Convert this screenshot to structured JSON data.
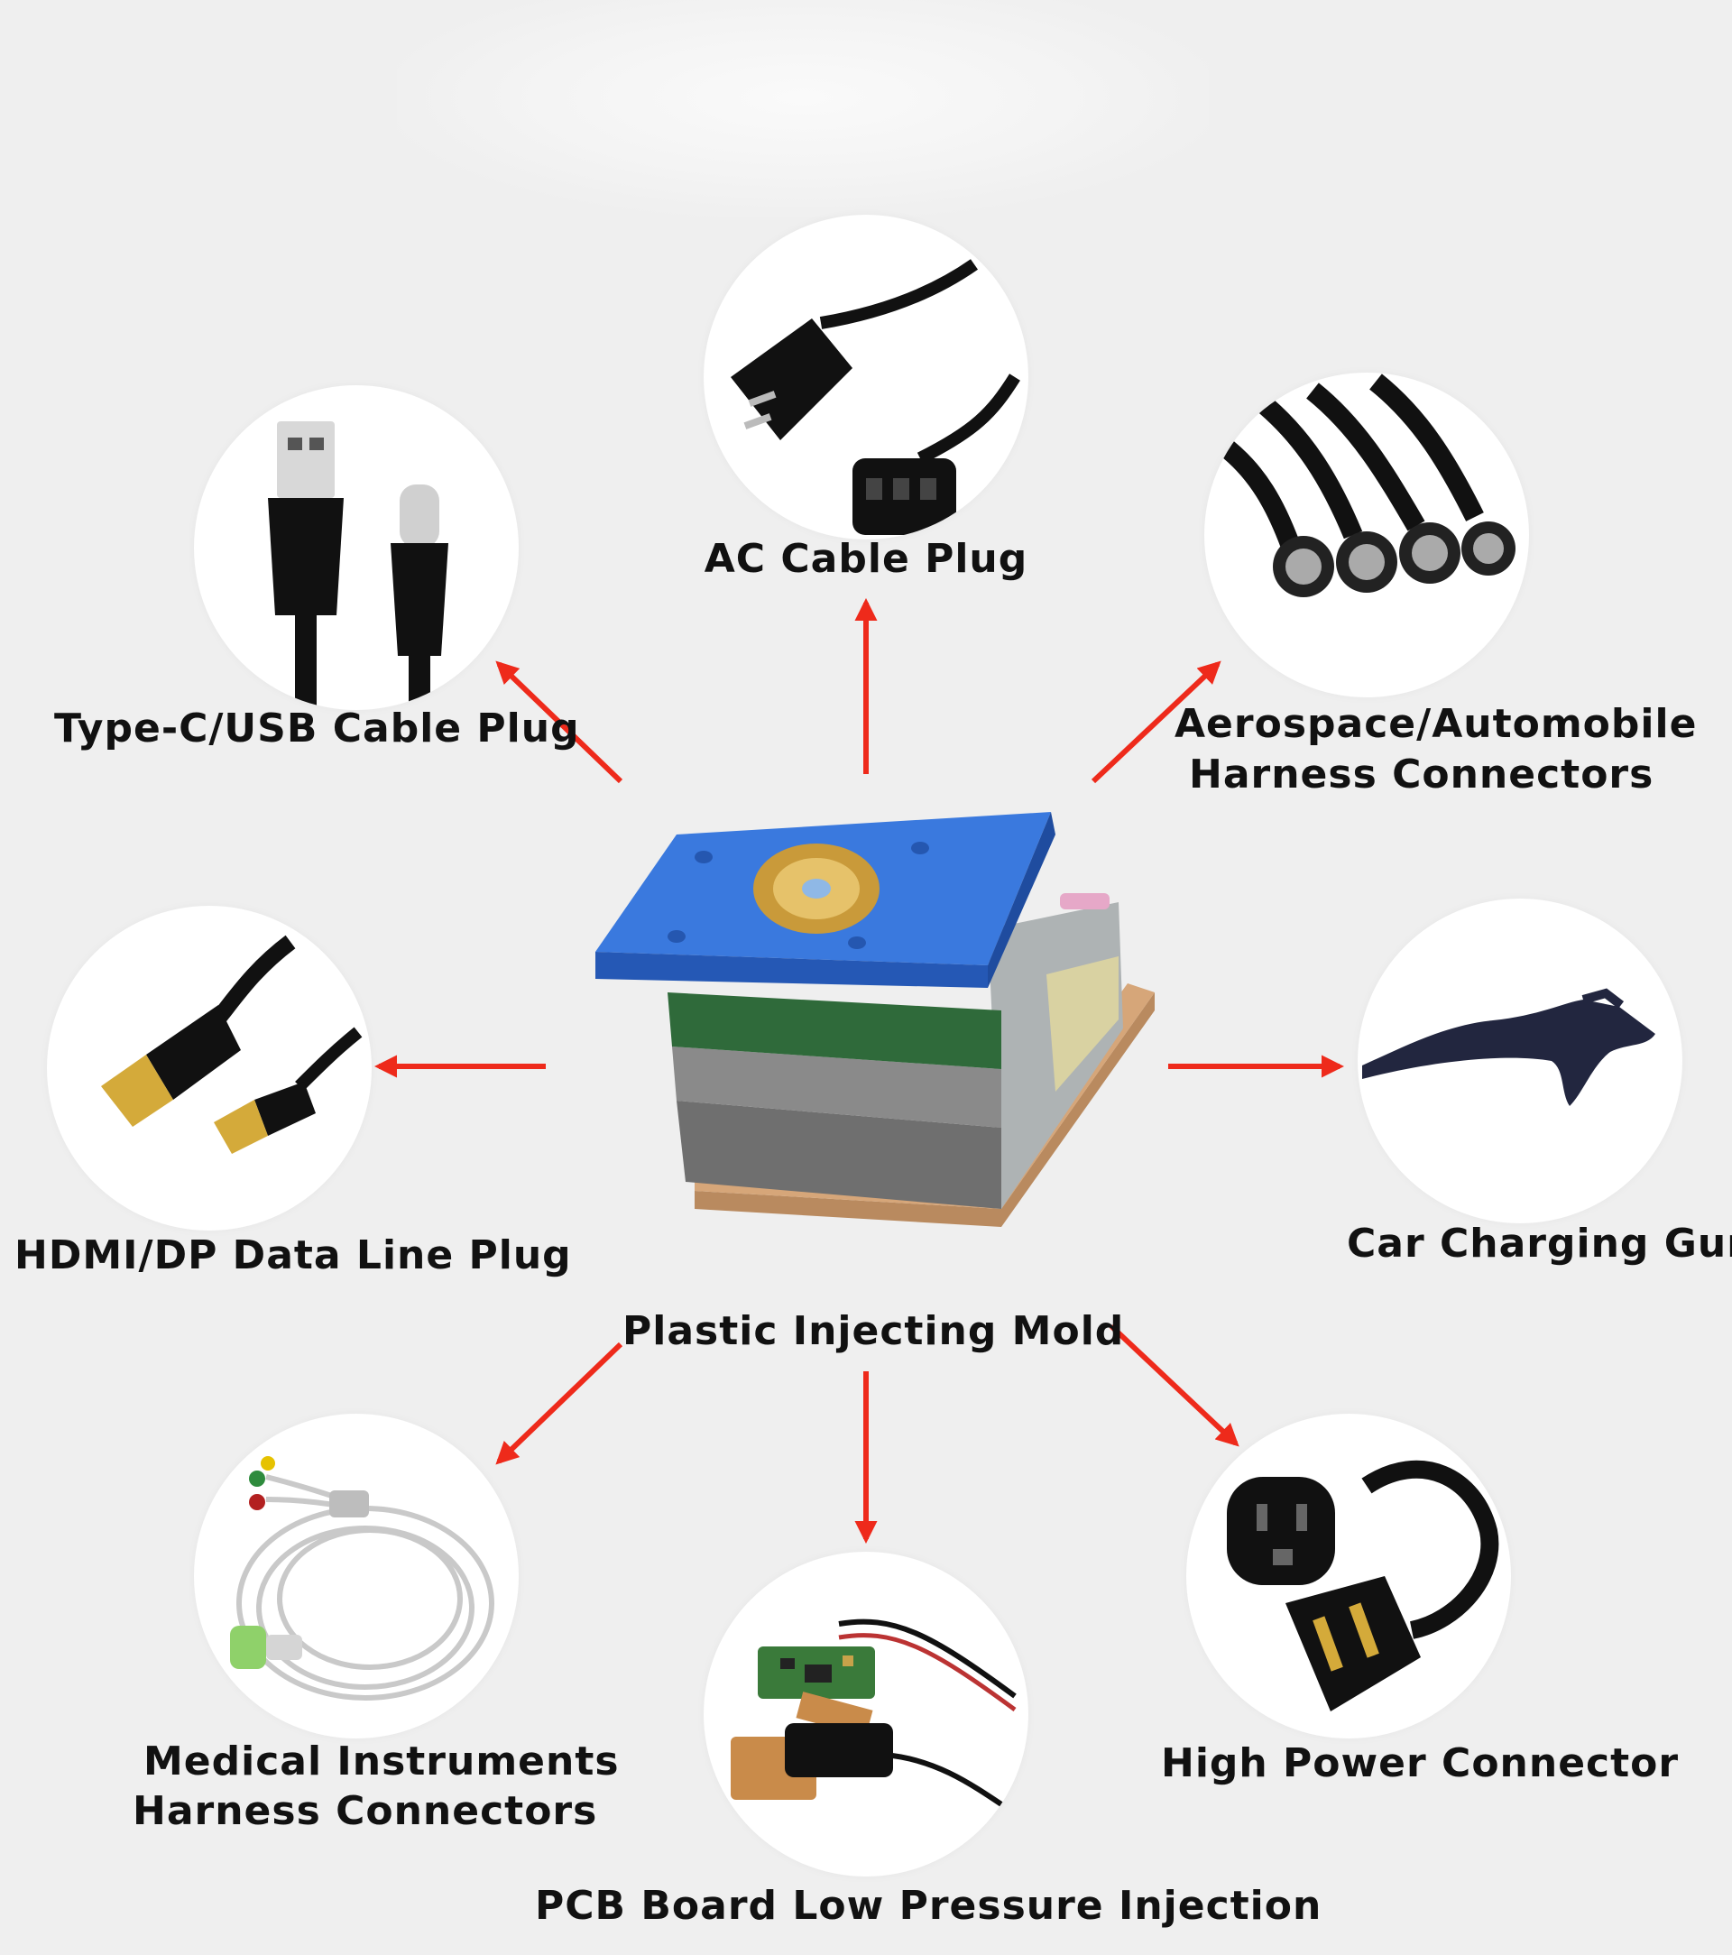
{
  "center": {
    "label": "Plastic Injecting Mold",
    "icon": "injection-mold-icon"
  },
  "applications": {
    "ac_cable_plug": {
      "label": "AC Cable Plug",
      "icon": "ac-power-cord-icon"
    },
    "type_c_usb": {
      "label": "Type-C/USB Cable Plug",
      "icon": "usb-type-c-cable-icon"
    },
    "aerospace": {
      "line1": "Aerospace/Automobile",
      "line2": "Harness Connectors",
      "icon": "circular-harness-connector-icon"
    },
    "hdmi": {
      "label": "HDMI/DP Data Line Plug",
      "icon": "hdmi-cable-icon"
    },
    "car_charging": {
      "label": "Car Charging Gun",
      "icon": "ev-charging-gun-icon"
    },
    "medical": {
      "line1": "Medical Instruments",
      "line2": "Harness Connectors",
      "icon": "medical-lead-wire-icon"
    },
    "pcb": {
      "label": "PCB Board Low Pressure Injection",
      "icon": "pcb-board-icon"
    },
    "high_power": {
      "label": "High Power Connector",
      "icon": "high-power-plug-icon"
    }
  },
  "colors": {
    "arrow": "#ee2a1b",
    "mold_top_plate": "#2f6fd6",
    "mold_base": "#c99a6e",
    "background": "#efefef"
  }
}
